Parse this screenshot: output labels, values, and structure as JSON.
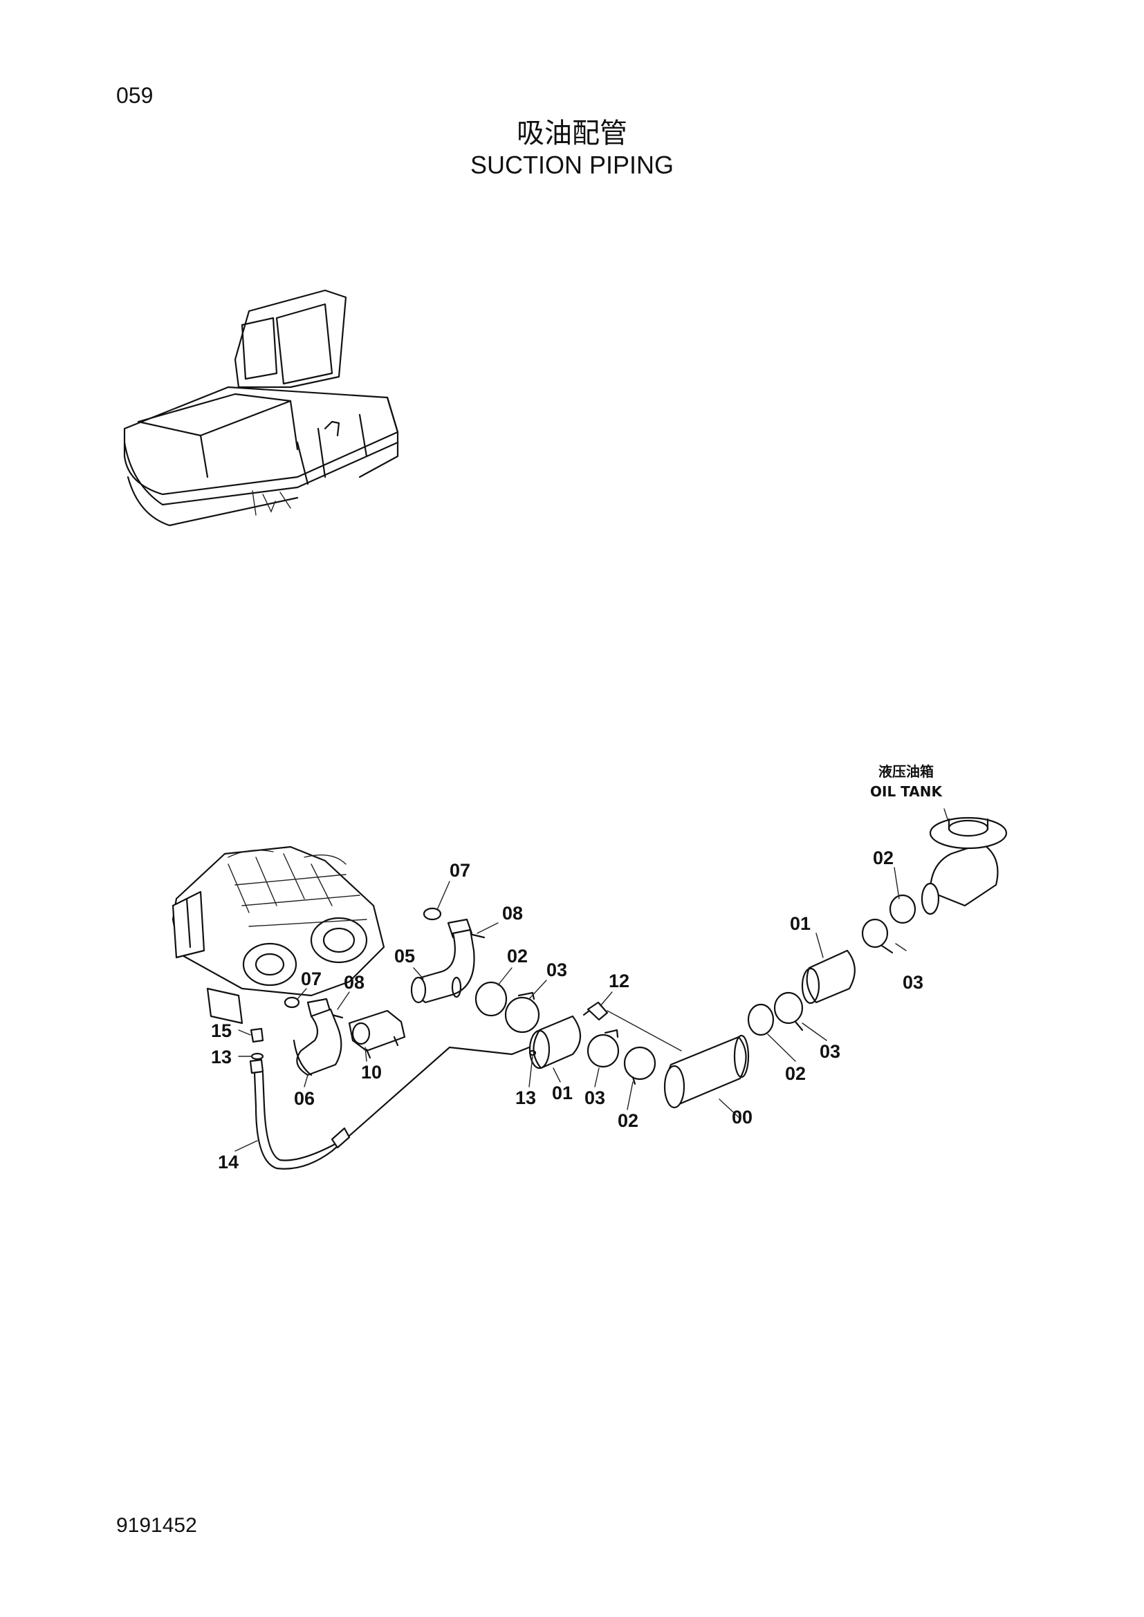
{
  "page": {
    "page_number": "059",
    "title_cn": "吸油配管",
    "title_en": "SUCTION PIPING",
    "document_number": "9191452"
  },
  "diagram": {
    "tank_label_cn": "液压油箱",
    "tank_label_en": "OIL TANK",
    "callouts": [
      {
        "id": "c07a",
        "label": "07"
      },
      {
        "id": "c08a",
        "label": "08"
      },
      {
        "id": "c05",
        "label": "05"
      },
      {
        "id": "c02a",
        "label": "02"
      },
      {
        "id": "c03a",
        "label": "03"
      },
      {
        "id": "c12",
        "label": "12"
      },
      {
        "id": "c01a",
        "label": "01"
      },
      {
        "id": "c02b",
        "label": "02"
      },
      {
        "id": "c03b",
        "label": "03"
      },
      {
        "id": "c07b",
        "label": "07"
      },
      {
        "id": "c08b",
        "label": "08"
      },
      {
        "id": "c15",
        "label": "15"
      },
      {
        "id": "c13a",
        "label": "13"
      },
      {
        "id": "c10",
        "label": "10"
      },
      {
        "id": "c06",
        "label": "06"
      },
      {
        "id": "c13b",
        "label": "13"
      },
      {
        "id": "c01b",
        "label": "01"
      },
      {
        "id": "c03c",
        "label": "03"
      },
      {
        "id": "c02c",
        "label": "02"
      },
      {
        "id": "c00",
        "label": "00"
      },
      {
        "id": "c02d",
        "label": "02"
      },
      {
        "id": "c03d",
        "label": "03"
      },
      {
        "id": "c14",
        "label": "14"
      }
    ]
  }
}
